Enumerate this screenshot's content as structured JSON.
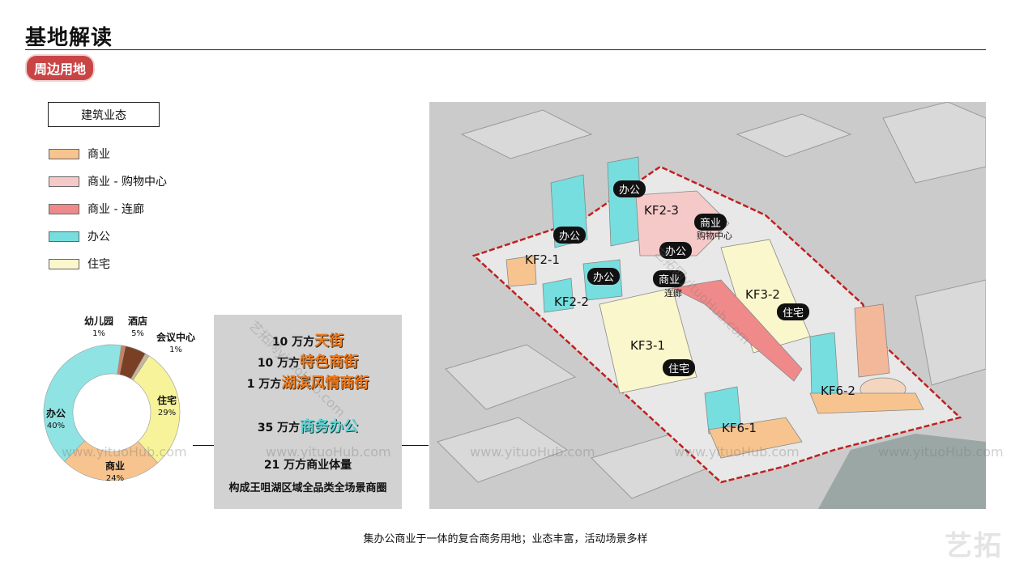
{
  "header": {
    "title": "基地解读",
    "section": "周边用地"
  },
  "legend": {
    "title": "建筑业态",
    "items": [
      {
        "label": "商业",
        "color": "#f7c48f"
      },
      {
        "label": "商业 - 购物中心",
        "color": "#f6c9c9"
      },
      {
        "label": "商业 - 连廊",
        "color": "#f08a8a"
      },
      {
        "label": "办公",
        "color": "#76dede"
      },
      {
        "label": "住宅",
        "color": "#fbf7cc"
      }
    ]
  },
  "chart_data": {
    "type": "pie",
    "categories": [
      "幼儿园",
      "酒店",
      "会议中心",
      "住宅",
      "商业",
      "办公"
    ],
    "values": [
      1,
      5,
      1,
      29,
      24,
      40
    ],
    "colors": [
      "#c9825f",
      "#7a4026",
      "#c8b59a",
      "#f6f39a",
      "#f7c48f",
      "#8fe3e3"
    ],
    "labels": [
      {
        "name": "幼儿园",
        "pct": "1%"
      },
      {
        "name": "酒店",
        "pct": "5%"
      },
      {
        "name": "会议中心",
        "pct": "1%"
      },
      {
        "name": "住宅",
        "pct": "29%"
      },
      {
        "name": "商业",
        "pct": "24%"
      },
      {
        "name": "办公",
        "pct": "40%"
      }
    ]
  },
  "info": {
    "lines": [
      {
        "amount": "10 万方",
        "name": "天街"
      },
      {
        "amount": "10 万方",
        "name": "特色商街"
      },
      {
        "amount": "1 万方",
        "name": "湖滨风情商街"
      },
      {
        "amount": "35 万方",
        "name": "商务办公"
      }
    ],
    "total": "21 万方商业体量",
    "summary": "构成王咀湖区域全品类全场景商圈"
  },
  "map": {
    "parcels": [
      "KF2-1",
      "KF2-2",
      "KF2-3",
      "KF3-1",
      "KF3-2",
      "KF6-1",
      "KF6-2"
    ],
    "tags": [
      "办公",
      "办公",
      "办公",
      "办公",
      "商业",
      "商业",
      "住宅",
      "住宅"
    ],
    "sublabels": [
      "购物中心",
      "连廊"
    ]
  },
  "watermark": "www.yituoHub.com",
  "watermark_diag": "艺拓网yituoHub.com",
  "caption": "集办公商业于一体的复合商务用地；业态丰富，活动场景多样",
  "logo": "艺拓"
}
